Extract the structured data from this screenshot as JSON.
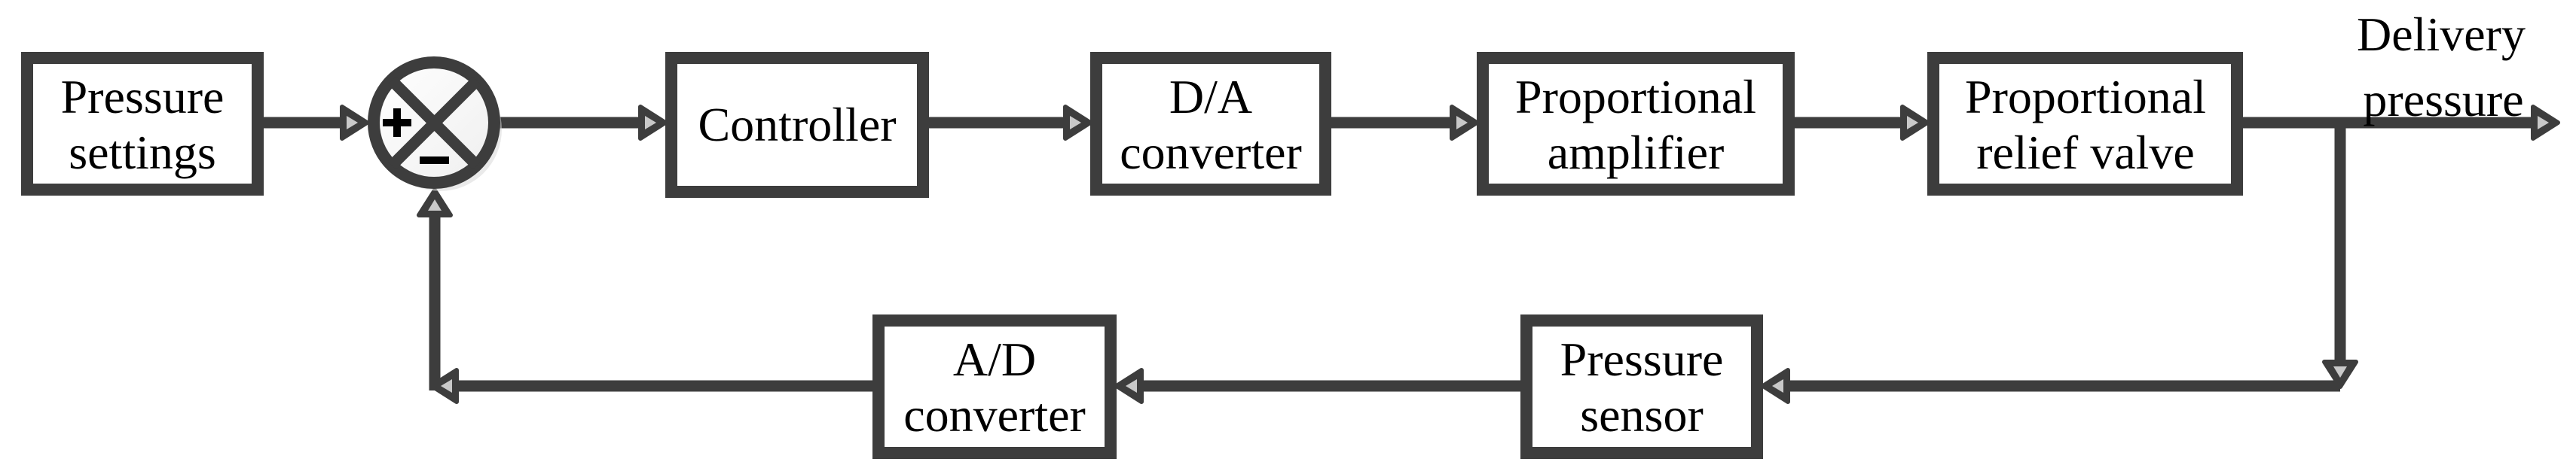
{
  "diagram": {
    "colors": {
      "stroke": "#3d3d3d",
      "background": "#ffffff",
      "text": "#000000",
      "arrow_inner": "#c9c9c9",
      "junction_shadow": "#d8d8d8"
    },
    "blocks": [
      {
        "id": "pressure-settings",
        "lines": [
          "Pressure",
          "settings"
        ]
      },
      {
        "id": "controller",
        "lines": [
          "Controller"
        ]
      },
      {
        "id": "da-converter",
        "lines": [
          "D/A",
          "converter"
        ]
      },
      {
        "id": "proportional-amplifier",
        "lines": [
          "Proportional",
          "amplifier"
        ]
      },
      {
        "id": "proportional-relief-valve",
        "lines": [
          "Proportional",
          "relief valve"
        ]
      },
      {
        "id": "ad-converter",
        "lines": [
          "A/D",
          "converter"
        ]
      },
      {
        "id": "pressure-sensor",
        "lines": [
          "Pressure",
          "sensor"
        ]
      }
    ],
    "summing_junction": {
      "plus_label": "+",
      "minus_label": "−"
    },
    "output_label": {
      "lines": [
        "Delivery",
        "pressure"
      ]
    }
  }
}
